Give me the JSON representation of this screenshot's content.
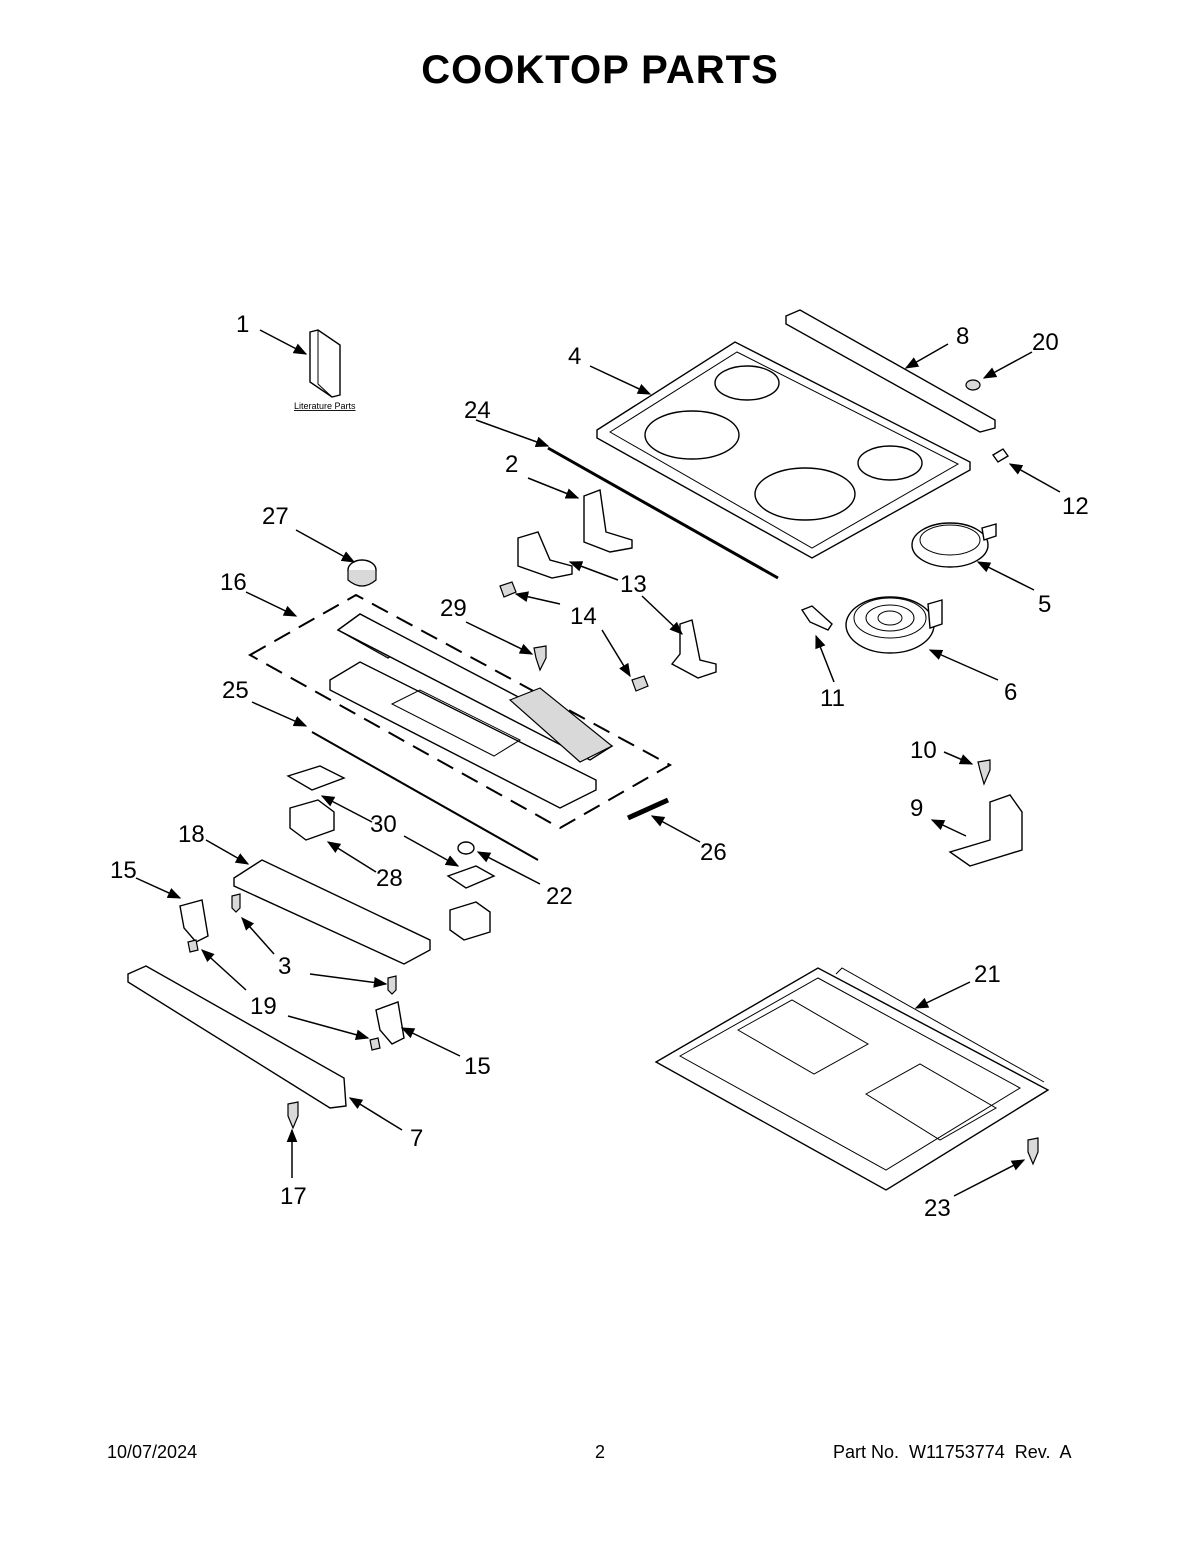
{
  "title": "COOKTOP PARTS",
  "literature_label": "Literature Parts",
  "callouts": [
    "1",
    "2",
    "3",
    "4",
    "5",
    "6",
    "7",
    "8",
    "9",
    "10",
    "11",
    "12",
    "13",
    "14",
    "15",
    "15",
    "16",
    "17",
    "18",
    "19",
    "19",
    "20",
    "21",
    "22",
    "23",
    "24",
    "25",
    "26",
    "27",
    "28",
    "29",
    "30"
  ],
  "footer": {
    "date": "10/07/2024",
    "page": "2",
    "part_no": "Part No.  W11753774  Rev.  A"
  }
}
